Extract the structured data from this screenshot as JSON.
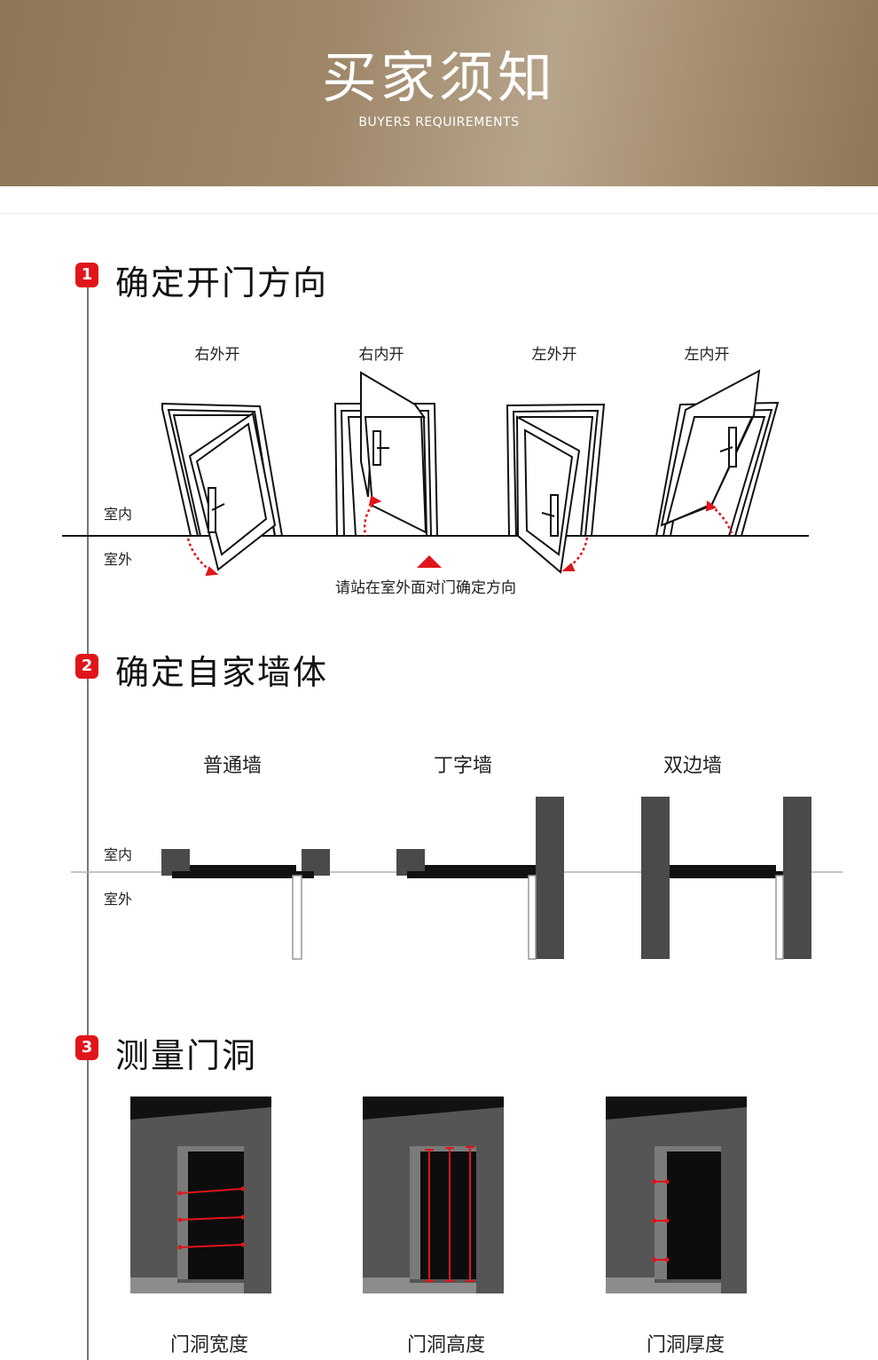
{
  "header": {
    "title": "买家须知",
    "subtitle": "BUYERS REQUIREMENTS"
  },
  "section1": {
    "number": "1",
    "title": "确定开门方向",
    "doors": [
      "右外开",
      "右内开",
      "左外开",
      "左内开"
    ],
    "indoor": "室内",
    "outdoor": "室外",
    "note": "请站在室外面对门确定方向"
  },
  "section2": {
    "number": "2",
    "title": "确定自家墙体",
    "walls": [
      "普通墙",
      "丁字墙",
      "双边墙"
    ],
    "indoor": "室内",
    "outdoor": "室外"
  },
  "section3": {
    "number": "3",
    "title": "测量门洞",
    "measures": [
      "门洞宽度",
      "门洞高度",
      "门洞厚度"
    ]
  },
  "colors": {
    "accent": "#e0151b",
    "wall": "#4a4a4a",
    "header": "#a08a6c"
  }
}
